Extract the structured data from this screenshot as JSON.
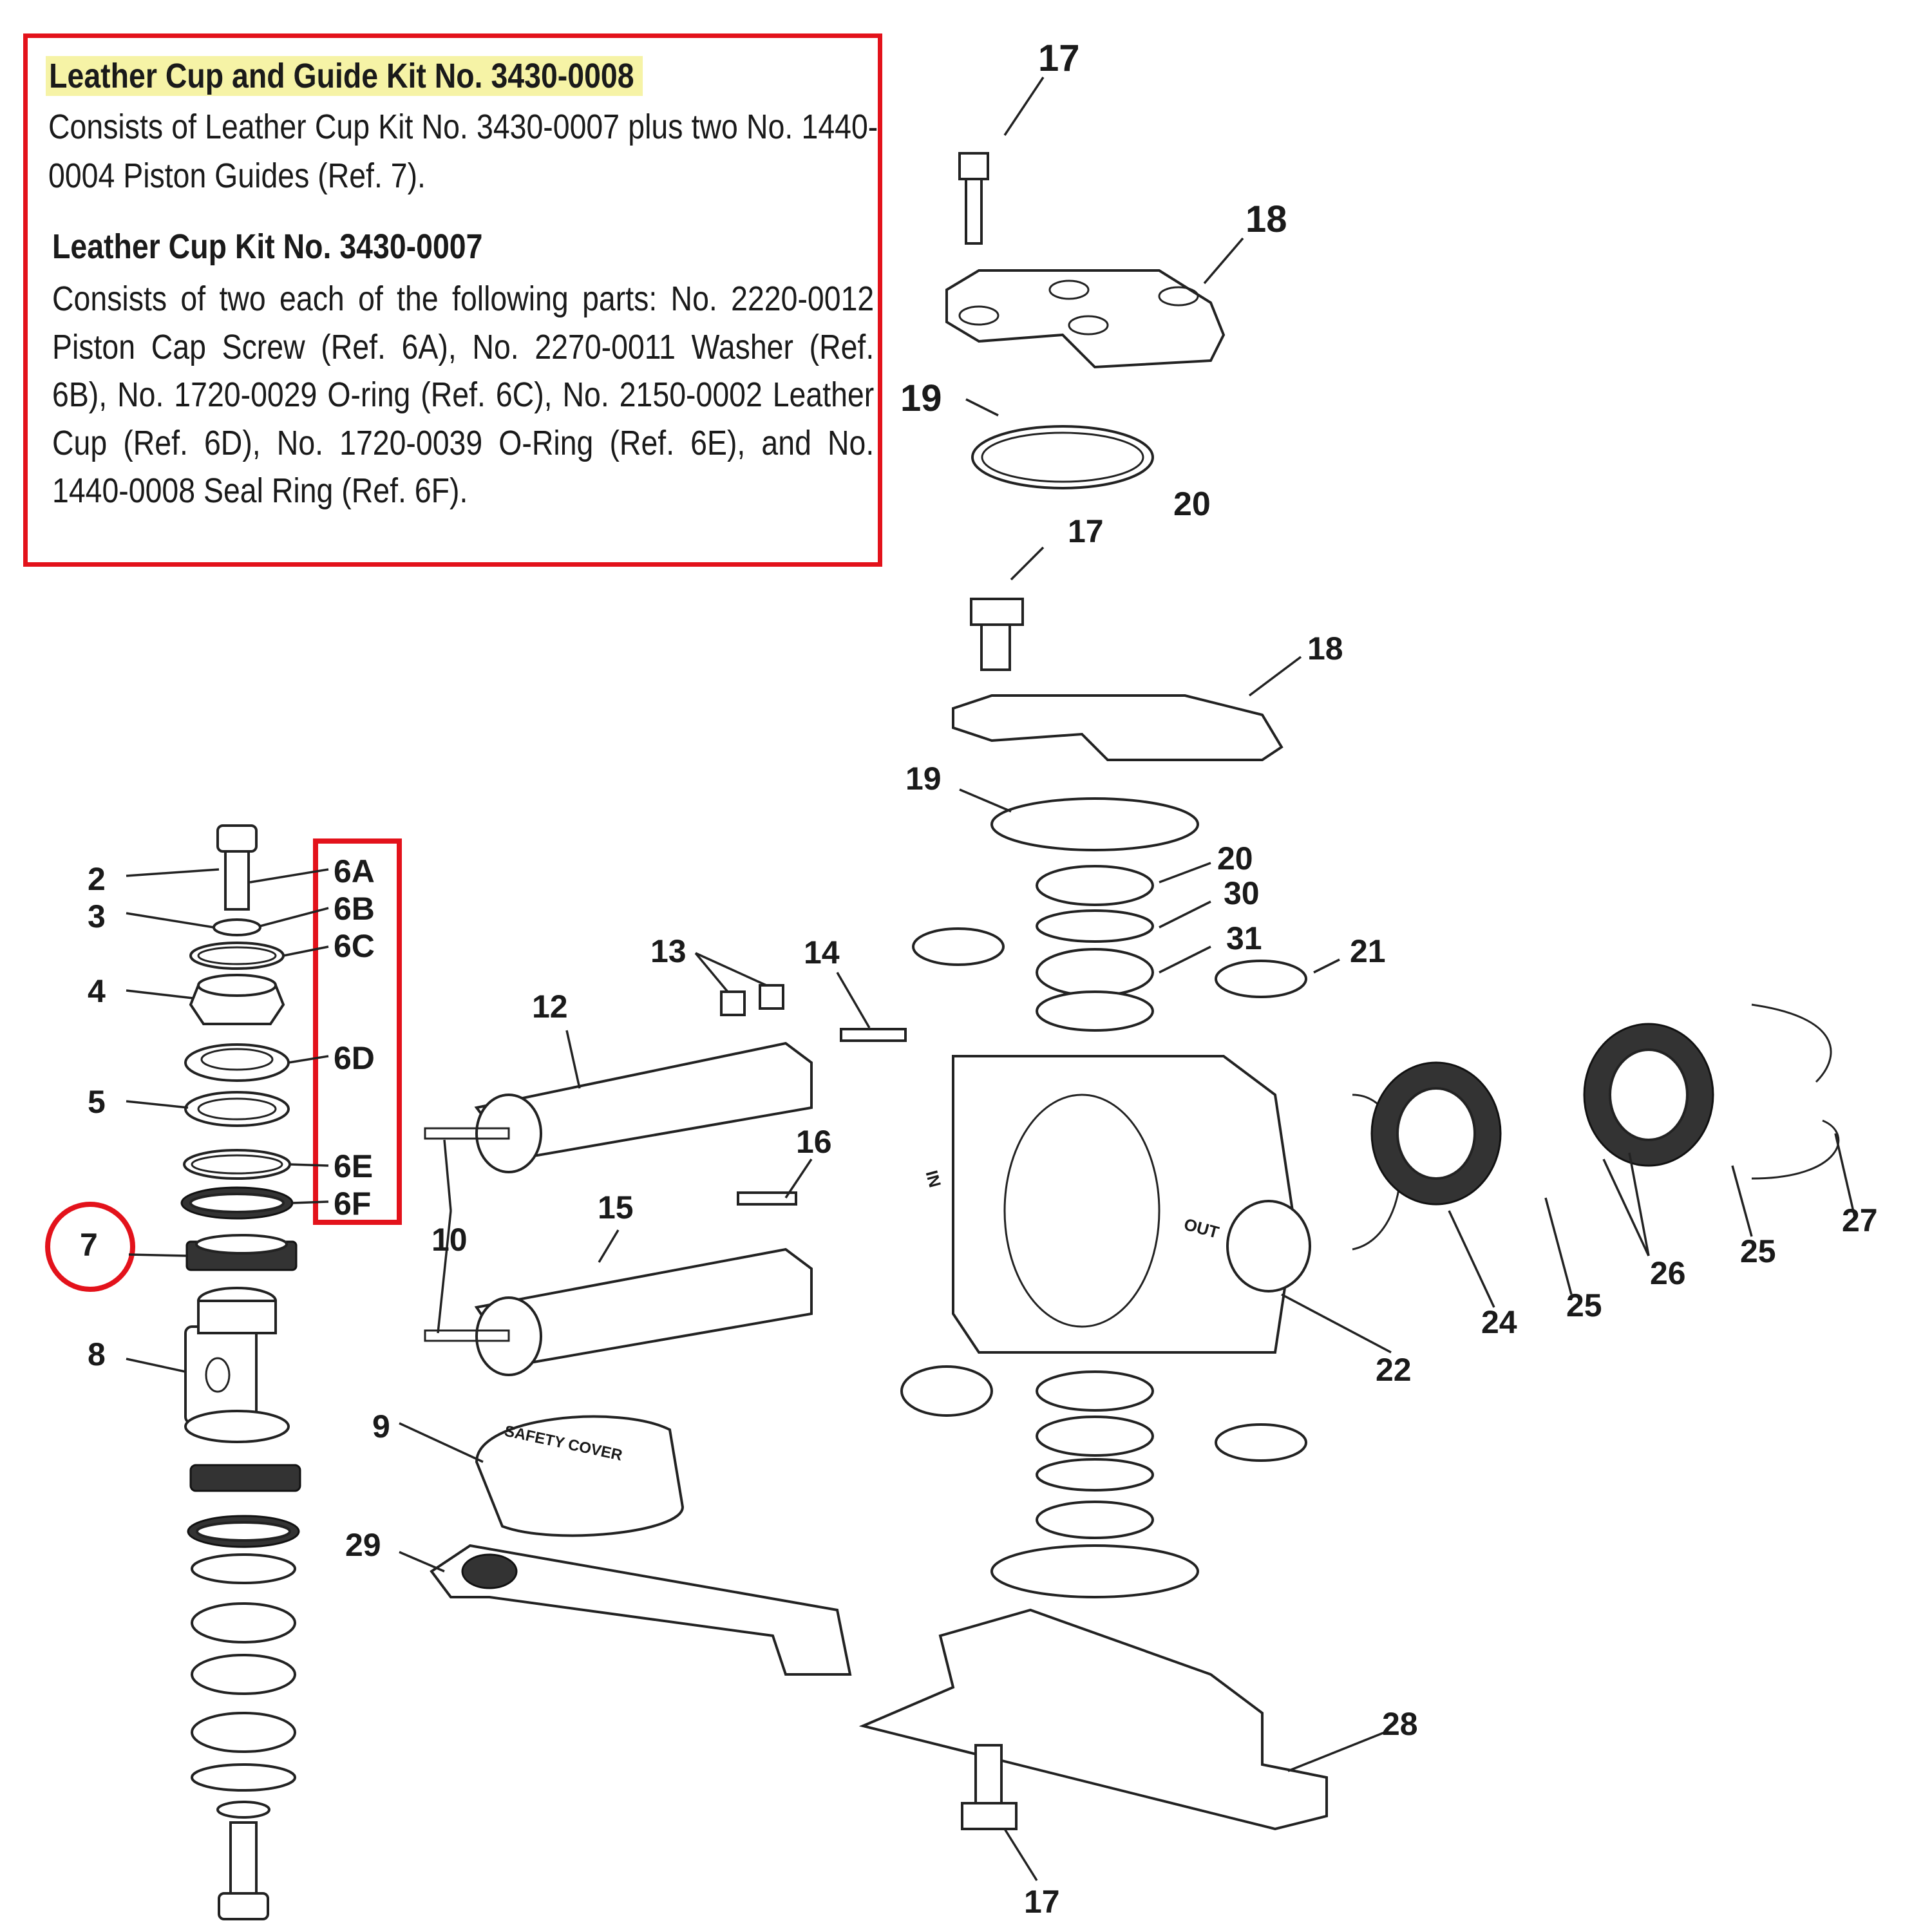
{
  "kit_note": {
    "title_1": "Leather Cup and Guide Kit No. 3430-0008",
    "paragraph_1": "Consists of Leather Cup Kit No. 3430-0007 plus two No. 1440-0004 Piston Guides (Ref. 7).",
    "title_2": "Leather Cup Kit No. 3430-0007",
    "paragraph_2": "Consists of two each of the following parts: No. 2220-0012 Piston Cap Screw (Ref. 6A), No. 2270-0011 Washer (Ref. 6B), No. 1720-0029 O-ring (Ref. 6C), No. 2150-0002 Leather Cup (Ref. 6D), No. 1720-0039 O-Ring (Ref. 6E), and No. 1440-0008 Seal Ring (Ref. 6F)."
  },
  "kit_labels": [
    "6A",
    "6B",
    "6C",
    "6D",
    "6E",
    "6F"
  ],
  "callouts": {
    "c2": "2",
    "c3": "3",
    "c4": "4",
    "c5": "5",
    "c7": "7",
    "c8": "8",
    "c9": "9",
    "c10": "10",
    "c12": "12",
    "c13": "13",
    "c14": "14",
    "c15": "15",
    "c16": "16",
    "c17_top": "17",
    "c17_mid": "17",
    "c17_bot": "17",
    "c18_top": "18",
    "c18_mid": "18",
    "c19_top": "19",
    "c19_mid": "19",
    "c20_top": "20",
    "c20_mid": "20",
    "c21": "21",
    "c22": "22",
    "c24": "24",
    "c25_a": "25",
    "c25_b": "25",
    "c26": "26",
    "c27": "27",
    "c28": "28",
    "c29": "29",
    "c30": "30",
    "c31": "31"
  },
  "part_text": {
    "safety_cover": "SAFETY COVER",
    "port_in": "IN",
    "port_out": "OUT"
  },
  "colors": {
    "highlight_box": "#e3121b",
    "title_highlight": "#f6f3a6"
  }
}
